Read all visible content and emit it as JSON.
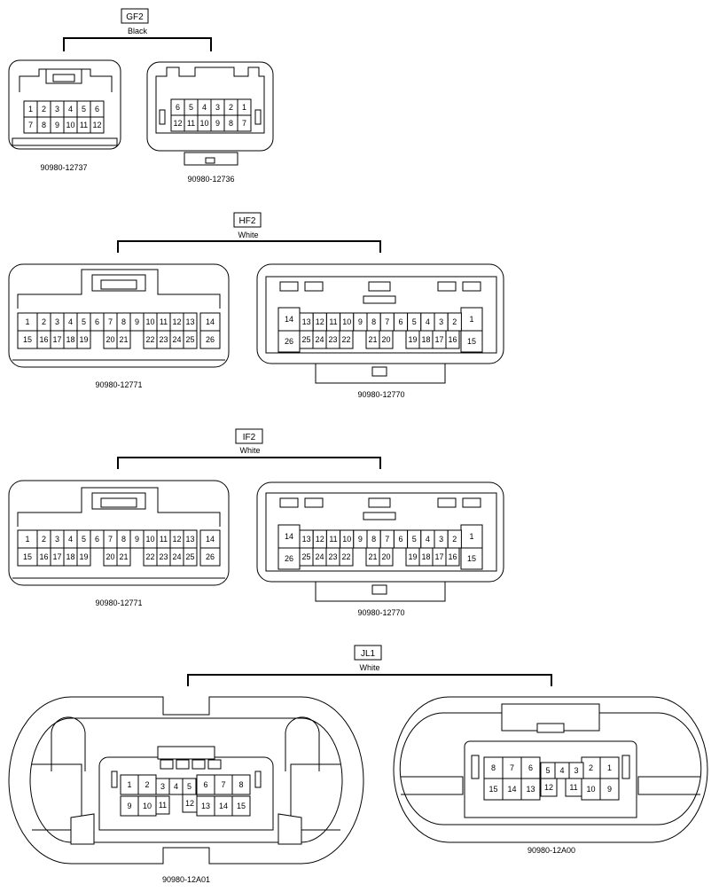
{
  "groups": {
    "gf2": {
      "code": "GF2",
      "color": "Black",
      "left": {
        "part": "90980-12737",
        "row1": [
          "1",
          "2",
          "3",
          "4",
          "5",
          "6"
        ],
        "row2": [
          "7",
          "8",
          "9",
          "10",
          "11",
          "12"
        ]
      },
      "right": {
        "part": "90980-12736",
        "row1": [
          "6",
          "5",
          "4",
          "3",
          "2",
          "1"
        ],
        "row2": [
          "12",
          "11",
          "10",
          "9",
          "8",
          "7"
        ]
      }
    },
    "hf2": {
      "code": "HF2",
      "color": "White",
      "left": {
        "part": "90980-12771",
        "big": [
          "1",
          "15",
          "14",
          "26"
        ],
        "row1": [
          "2",
          "3",
          "4",
          "5",
          "6",
          "7",
          "8",
          "9",
          "10",
          "11",
          "12",
          "13"
        ],
        "row2": [
          "16",
          "17",
          "18",
          "19",
          "20",
          "21",
          "22",
          "23",
          "24",
          "25"
        ]
      },
      "right": {
        "part": "90980-12770",
        "big": [
          "14",
          "26",
          "1",
          "15"
        ],
        "row1": [
          "13",
          "12",
          "11",
          "10",
          "9",
          "8",
          "7",
          "6",
          "5",
          "4",
          "3",
          "2"
        ],
        "row2": [
          "25",
          "24",
          "23",
          "22",
          "21",
          "20",
          "19",
          "18",
          "17",
          "16"
        ]
      }
    },
    "if2": {
      "code": "IF2",
      "color": "White",
      "left": {
        "part": "90980-12771",
        "big": [
          "1",
          "15",
          "14",
          "26"
        ],
        "row1": [
          "2",
          "3",
          "4",
          "5",
          "6",
          "7",
          "8",
          "9",
          "10",
          "11",
          "12",
          "13"
        ],
        "row2": [
          "16",
          "17",
          "18",
          "19",
          "20",
          "21",
          "22",
          "23",
          "24",
          "25"
        ]
      },
      "right": {
        "part": "90980-12770",
        "big": [
          "14",
          "26",
          "1",
          "15"
        ],
        "row1": [
          "13",
          "12",
          "11",
          "10",
          "9",
          "8",
          "7",
          "6",
          "5",
          "4",
          "3",
          "2"
        ],
        "row2": [
          "25",
          "24",
          "23",
          "22",
          "21",
          "20",
          "19",
          "18",
          "17",
          "16"
        ]
      }
    },
    "jl1": {
      "code": "JL1",
      "color": "White",
      "left": {
        "part": "90980-12A01",
        "top_left": [
          "1",
          "2"
        ],
        "top_right": [
          "6",
          "7",
          "8"
        ],
        "bot_left": [
          "9",
          "10"
        ],
        "bot_right": [
          "13",
          "14",
          "15"
        ],
        "mid": [
          "3",
          "4",
          "5"
        ],
        "mid_low": [
          "11",
          "12"
        ]
      },
      "right": {
        "part": "90980-12A00",
        "top_left": [
          "8",
          "7",
          "6"
        ],
        "top_right": [
          "2",
          "1"
        ],
        "bot_left": [
          "15",
          "14",
          "13"
        ],
        "bot_right": [
          "10",
          "9"
        ],
        "mid": [
          "5",
          "4",
          "3"
        ],
        "mid_low": [
          "12",
          "11"
        ]
      }
    }
  }
}
